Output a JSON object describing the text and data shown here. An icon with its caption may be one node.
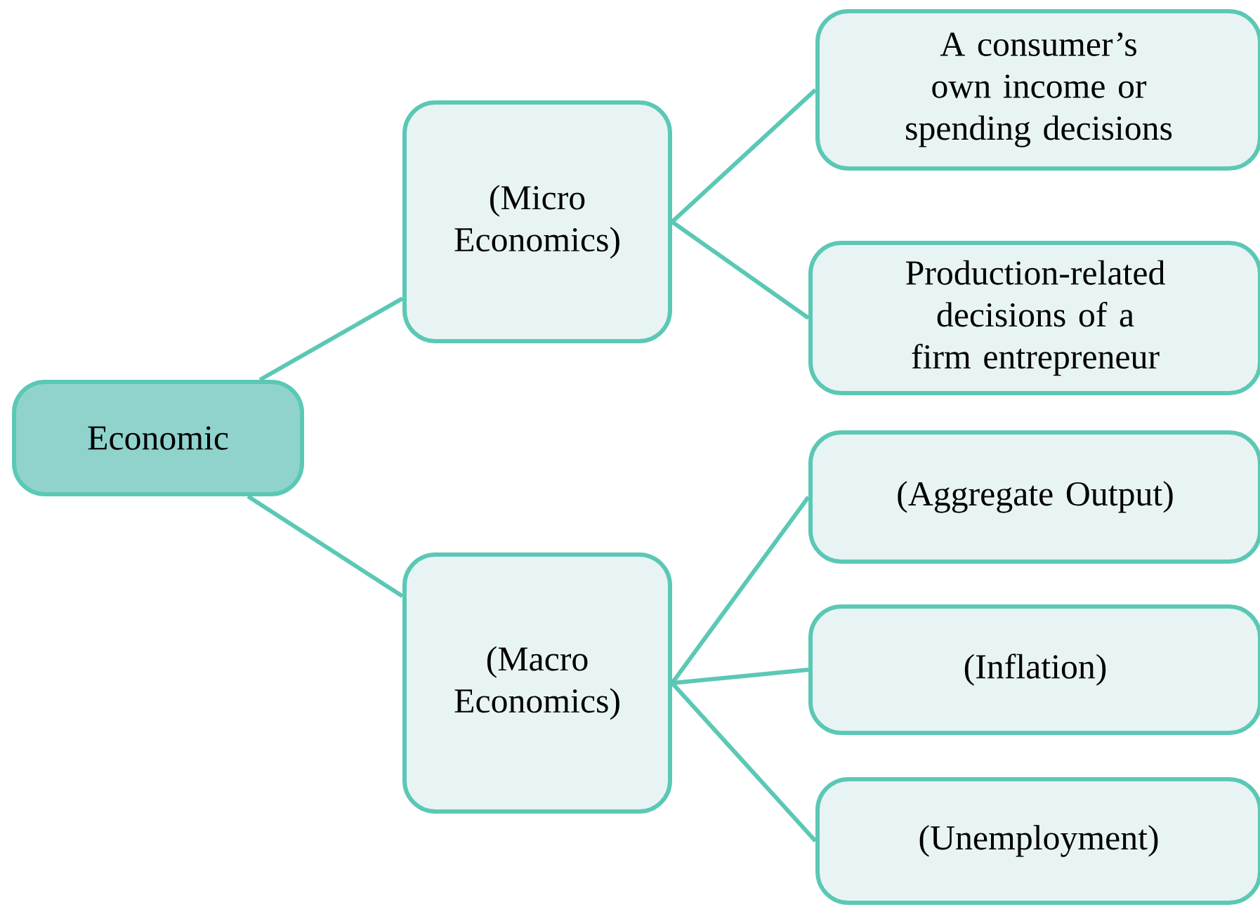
{
  "diagram": {
    "nodes": [
      {
        "text": [
          "Economic"
        ]
      },
      {
        "text": [
          "(Micro Economics)"
        ]
      },
      {
        "text": [
          "A consumer’s own income or spending decisions"
        ]
      },
      {
        "text": [
          "Production-related decisions of a firm entrepreneur"
        ]
      },
      {
        "text": [
          "(Macro Economics)"
        ]
      },
      {
        "text": [
          "(Aggregate Output)"
        ]
      },
      {
        "text": [
          "(Inflation)"
        ]
      },
      {
        "text": [
          "(Unemployment)"
        ]
      }
    ],
    "edges": [
      {
        "from": 0,
        "to": 1,
        "arrow": "none"
      },
      {
        "from": 0,
        "to": 4,
        "arrow": "none"
      },
      {
        "from": 1,
        "to": 2,
        "arrow": "none"
      },
      {
        "from": 1,
        "to": 3,
        "arrow": "none"
      },
      {
        "from": 4,
        "to": 5,
        "arrow": "none"
      },
      {
        "from": 4,
        "to": 6,
        "arrow": "none"
      },
      {
        "from": 4,
        "to": 7,
        "arrow": "none"
      }
    ]
  }
}
